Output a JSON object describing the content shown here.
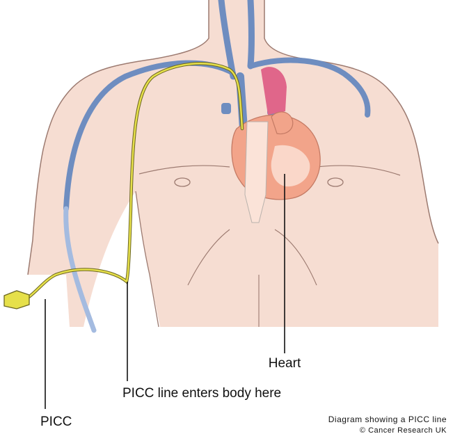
{
  "labels": {
    "heart": "Heart",
    "entry": "PICC line enters body here",
    "picc": "PICC"
  },
  "caption": {
    "line1": "Diagram showing a PICC line",
    "line2": "© Cancer Research UK"
  },
  "colors": {
    "skin": "#f6ddd2",
    "skin_outline": "#9c7a70",
    "vein": "#6e8dc0",
    "vein_light": "#a4bbe0",
    "picc_line": "#e6e04a",
    "picc_outline": "#6b6620",
    "heart": "#f2a48a",
    "heart_light": "#fbe3d8",
    "artery": "#e0668a",
    "leader": "#111111"
  }
}
